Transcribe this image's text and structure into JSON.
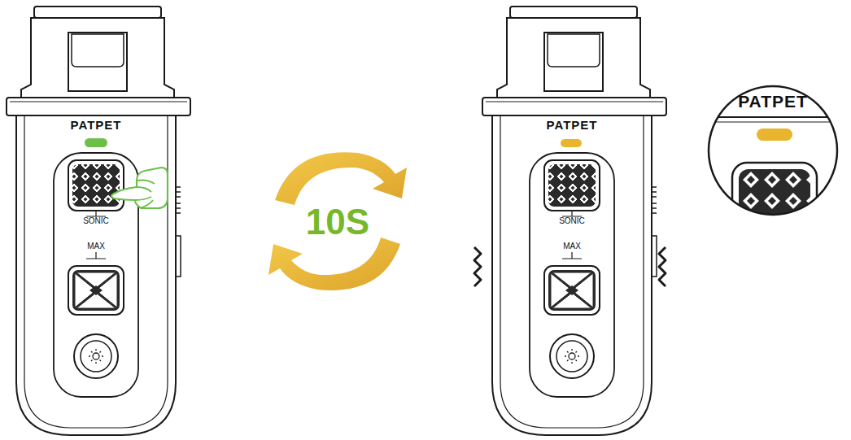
{
  "diagram": {
    "labels": [
      "PATPET",
      "SONIC",
      "MAX",
      "10S",
      "PATPET",
      "SONIC",
      "MAX",
      "PATPET"
    ]
  }
}
